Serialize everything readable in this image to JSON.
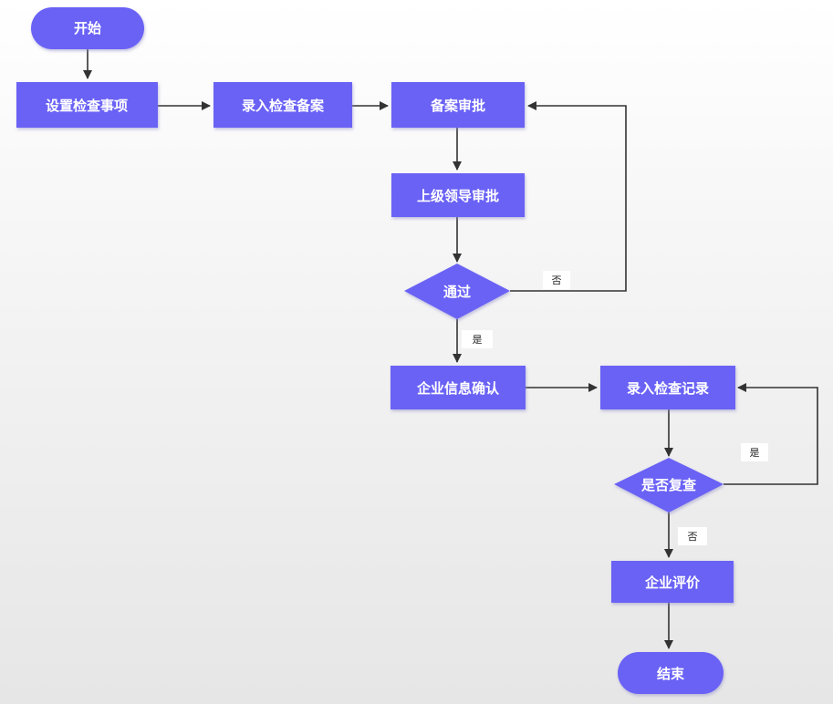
{
  "colors": {
    "node_fill": "#6a62f5",
    "node_shadow": "#b9b6e8",
    "edge": "#333333",
    "text": "#ffffff"
  },
  "nodes": {
    "start": "开始",
    "set_items": "设置检查事项",
    "enter_filing": "录入检查备案",
    "filing_approval": "备案审批",
    "superior_approval": "上级领导审批",
    "passed": "通过",
    "company_confirm": "企业信息确认",
    "enter_record": "录入检查记录",
    "recheck": "是否复查",
    "company_eval": "企业评价",
    "end": "结束"
  },
  "edge_labels": {
    "passed_no": "否",
    "passed_yes": "是",
    "recheck_yes": "是",
    "recheck_no": "否"
  }
}
